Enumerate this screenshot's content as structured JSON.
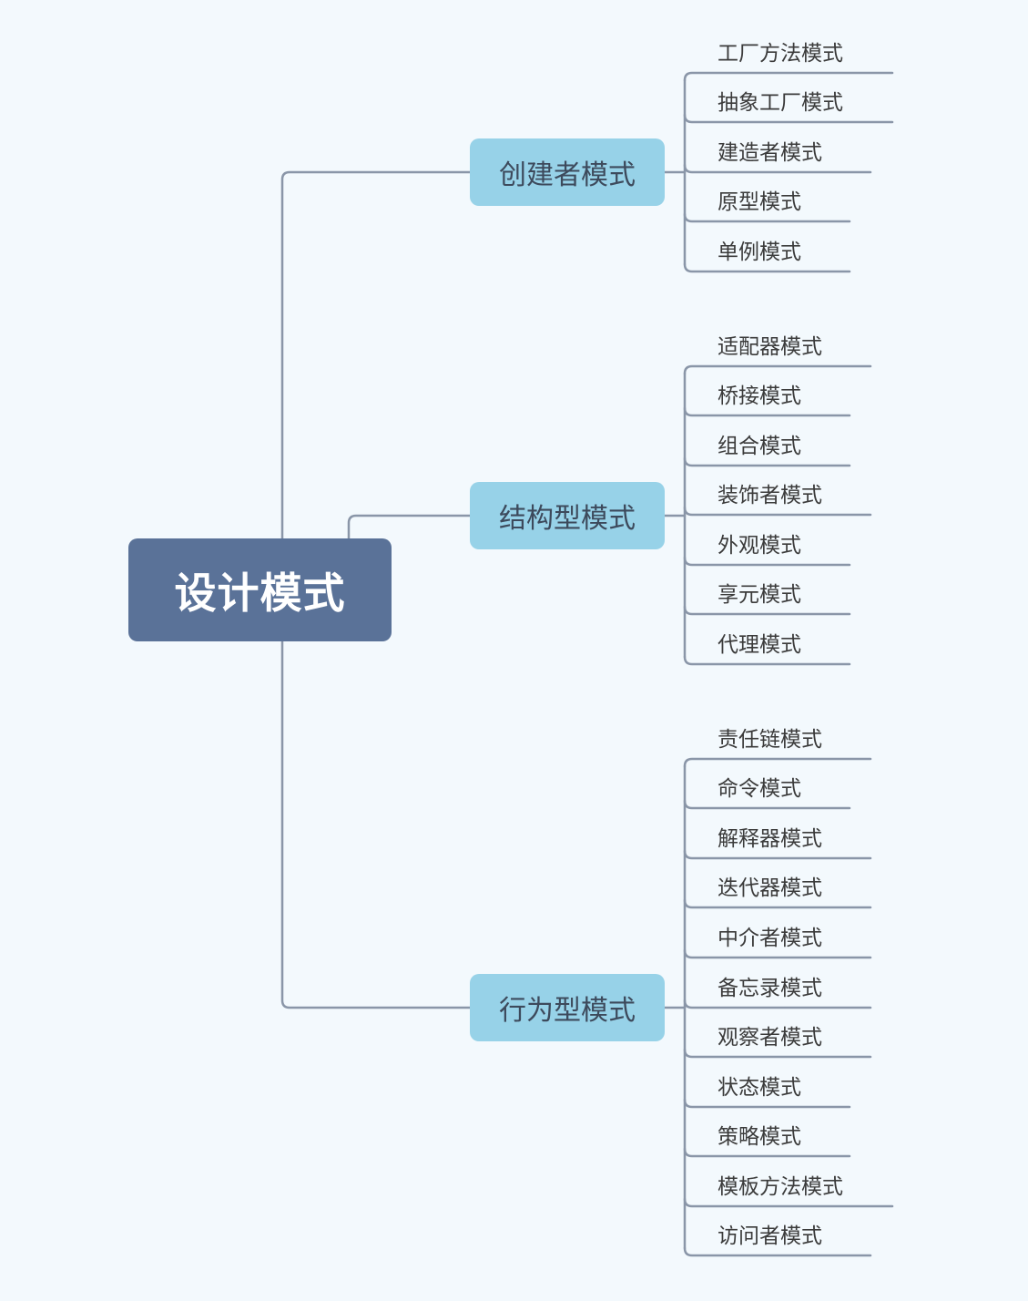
{
  "root": {
    "label": "设计模式"
  },
  "branches": [
    {
      "label": "创建者模式",
      "items": [
        "工厂方法模式",
        "抽象工厂模式",
        "建造者模式",
        "原型模式",
        "单例模式"
      ]
    },
    {
      "label": "结构型模式",
      "items": [
        "适配器模式",
        "桥接模式",
        "组合模式",
        "装饰者模式",
        "外观模式",
        "享元模式",
        "代理模式"
      ]
    },
    {
      "label": "行为型模式",
      "items": [
        "责任链模式",
        "命令模式",
        "解释器模式",
        "迭代器模式",
        "中介者模式",
        "备忘录模式",
        "观察者模式",
        "状态模式",
        "策略模式",
        "模板方法模式",
        "访问者模式"
      ]
    }
  ],
  "colors": {
    "background": "#f3f9fd",
    "root_fill": "#5a7298",
    "branch_fill": "#97d2e8",
    "connector": "#8a96a8"
  }
}
